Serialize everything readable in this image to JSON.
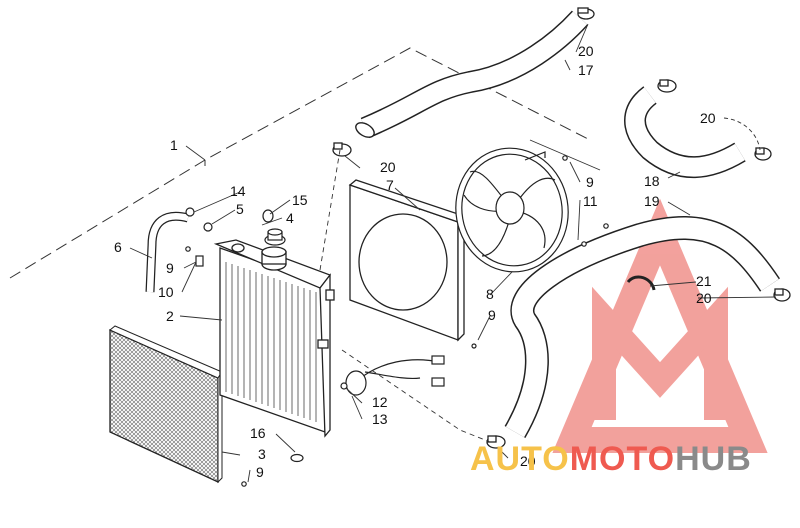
{
  "callouts": [
    {
      "id": "c1",
      "label": "1"
    },
    {
      "id": "c2",
      "label": "2"
    },
    {
      "id": "c3",
      "label": "3"
    },
    {
      "id": "c4",
      "label": "4"
    },
    {
      "id": "c5",
      "label": "5"
    },
    {
      "id": "c6",
      "label": "6"
    },
    {
      "id": "c7",
      "label": "7"
    },
    {
      "id": "c8",
      "label": "8"
    },
    {
      "id": "c9a",
      "label": "9"
    },
    {
      "id": "c9b",
      "label": "9"
    },
    {
      "id": "c9c",
      "label": "9"
    },
    {
      "id": "c9d",
      "label": "9"
    },
    {
      "id": "c10",
      "label": "10"
    },
    {
      "id": "c11",
      "label": "11"
    },
    {
      "id": "c12",
      "label": "12"
    },
    {
      "id": "c13",
      "label": "13"
    },
    {
      "id": "c14",
      "label": "14"
    },
    {
      "id": "c15",
      "label": "15"
    },
    {
      "id": "c16",
      "label": "16"
    },
    {
      "id": "c17",
      "label": "17"
    },
    {
      "id": "c18",
      "label": "18"
    },
    {
      "id": "c19",
      "label": "19"
    },
    {
      "id": "c20a",
      "label": "20"
    },
    {
      "id": "c20b",
      "label": "20"
    },
    {
      "id": "c20c",
      "label": "20"
    },
    {
      "id": "c20d",
      "label": "20"
    },
    {
      "id": "c20e",
      "label": "20"
    },
    {
      "id": "c21",
      "label": "21"
    }
  ],
  "watermark": {
    "part1": "AUTO",
    "part2": "MOTO",
    "part3": "HUB",
    "colors": {
      "auto": "#f6c24a",
      "moto": "#ef5a50",
      "hub": "#8a8a8a",
      "logo": "#f08a84"
    }
  }
}
